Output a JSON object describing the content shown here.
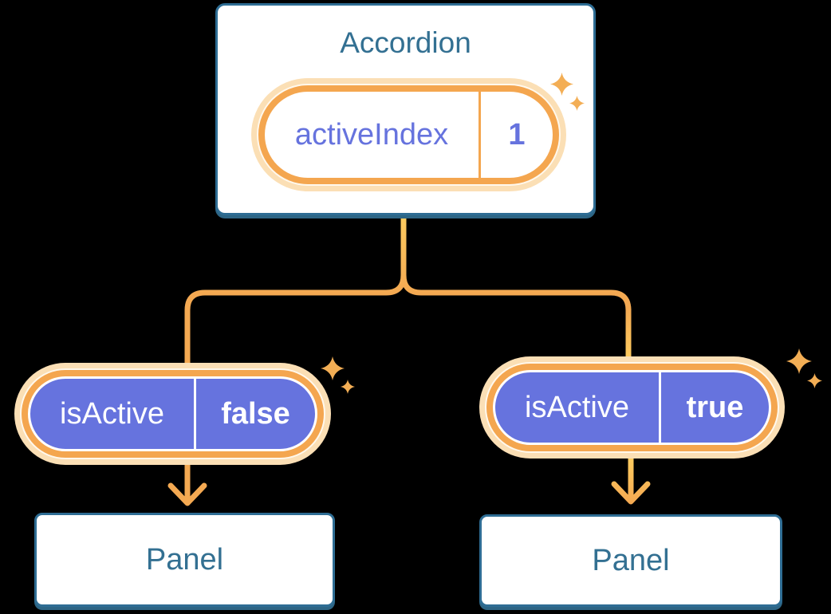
{
  "diagram": {
    "root": {
      "title": "Accordion",
      "state": {
        "label": "activeIndex",
        "value": "1"
      }
    },
    "children": [
      {
        "prop": {
          "label": "isActive",
          "value": "false"
        },
        "panel_label": "Panel"
      },
      {
        "prop": {
          "label": "isActive",
          "value": "true"
        },
        "panel_label": "Panel"
      }
    ]
  },
  "icons": {
    "sparkle": "four-point-star"
  },
  "colors": {
    "background": "#000000",
    "node_fill": "#FFFFFF",
    "box_border": "#2E6D94",
    "box_shadow": "#2D6585",
    "box_text": "#337092",
    "pill_fill": "#6673DE",
    "pill_ring": "#F4A64F",
    "pill_glow": "#FBDFB5",
    "pill_text": "#FFFFFF",
    "connector_orange": "#F4A952",
    "connector_yellow": "#FDCB5F",
    "sparkle": "#F3AE55"
  }
}
